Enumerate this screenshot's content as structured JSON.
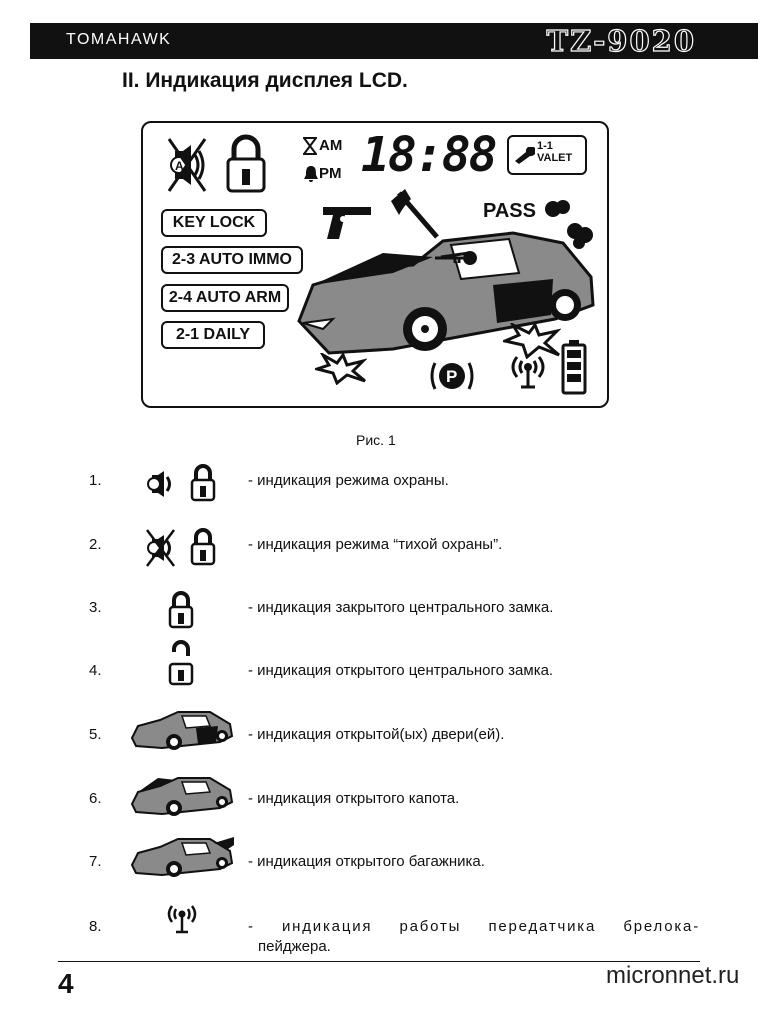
{
  "header": {
    "brand": "TOMAHAWK",
    "model": "TZ-9020"
  },
  "section_title": "II. Индикация дисплея LCD.",
  "lcd": {
    "am": "AM",
    "pm": "PM",
    "time": "18:88",
    "valet": "1-1 VALET",
    "pass": "PASS",
    "boxes": [
      "KEY LOCK",
      "2-3 AUTO IMMO",
      "2-4 AUTO ARM",
      "2-1 DAILY"
    ]
  },
  "figure_caption": "Рис. 1",
  "items": [
    {
      "num": "1.",
      "text": "- индикация режима охраны."
    },
    {
      "num": "2.",
      "text": "- индикация режима “тихой охраны”."
    },
    {
      "num": "3.",
      "text": "- индикация  закрытого центрального замка."
    },
    {
      "num": "4.",
      "text": "- индикация открытого центрального замка."
    },
    {
      "num": "5.",
      "text": "- индикация открытой(ых) двери(ей)."
    },
    {
      "num": "6.",
      "text": "- индикация открытого капота."
    },
    {
      "num": "7.",
      "text": "- индикация открытого багажника."
    },
    {
      "num": "8.",
      "text": "- индикация работы передатчика брелока-",
      "text2": "пейджера."
    }
  ],
  "page_number": "4",
  "watermark": "micronnet.ru"
}
